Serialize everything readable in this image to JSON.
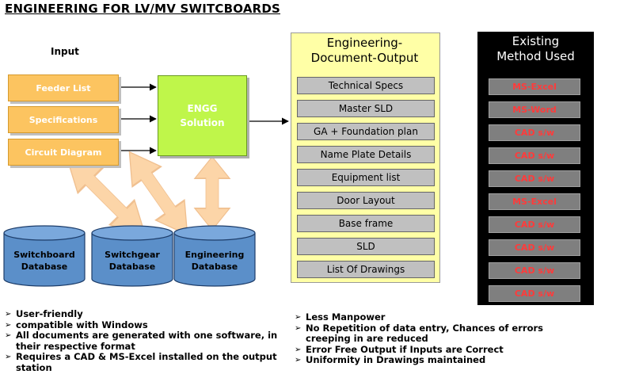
{
  "title": "ENGINEERING FOR LV/MV SWITCBOARDS",
  "input": {
    "label": "Input",
    "items": [
      "Feeder List",
      "Specifications",
      "Circuit Diagram"
    ]
  },
  "engg_solution": {
    "line1": "ENGG",
    "line2": "Solution"
  },
  "databases": [
    {
      "line1": "Switchboard",
      "line2": "Database"
    },
    {
      "line1": "Switchgear",
      "line2": "Database"
    },
    {
      "line1": "Engineering",
      "line2": "Database"
    }
  ],
  "output": {
    "title_line1": "Engineering-",
    "title_line2": "Document-Output",
    "items": [
      "Technical Specs",
      "Master SLD",
      "GA + Foundation plan",
      "Name Plate Details",
      "Equipment list",
      "Door Layout",
      "Base frame",
      "SLD",
      "List Of Drawings"
    ]
  },
  "existing": {
    "title_line1": "Existing",
    "title_line2": "Method Used",
    "items": [
      "MS-Excel",
      "MS-Word",
      "CAD s/w",
      "CAD s/w",
      "CAD s/w",
      "MS-Excel",
      "CAD s/w",
      "CAD s/w",
      "CAD s/w",
      "CAD s/w"
    ]
  },
  "benefits_left": [
    "User-friendly",
    "compatible with Windows",
    "All documents are generated with one software, in their respective format",
    "Requires a CAD & MS-Excel installed on the output station"
  ],
  "benefits_right": [
    "Less Manpower",
    "No Repetition of data entry, Chances of errors creeping in are reduced",
    "Error Free Output if Inputs are Correct",
    "Uniformity in Drawings maintained"
  ],
  "colors": {
    "input_box": "#fcc460",
    "engg_box": "#bff64a",
    "database": "#5b8fc9",
    "output_panel": "#ffffa6",
    "output_item": "#c0c0c0",
    "existing_panel": "#000000",
    "method_text": "#ff3b3b",
    "double_arrow": "#fcd5a8"
  }
}
